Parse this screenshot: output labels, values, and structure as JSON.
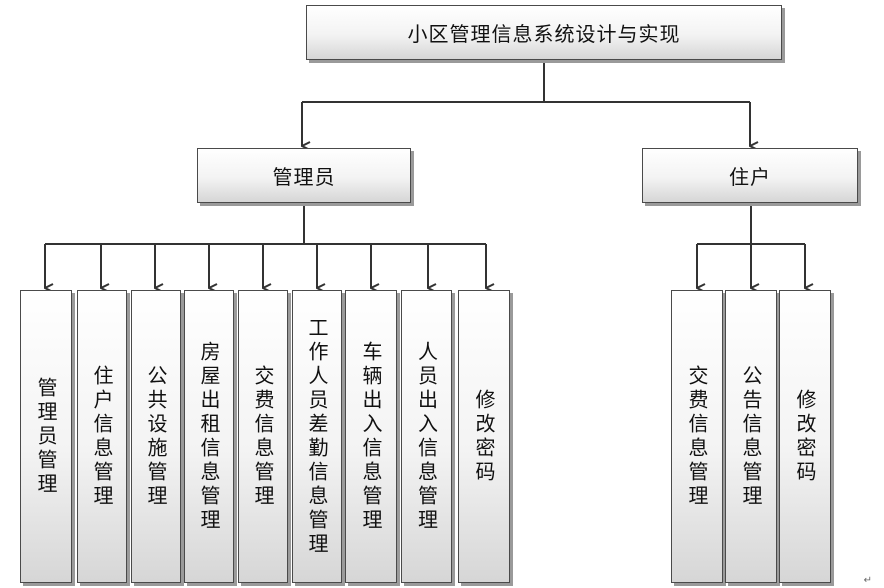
{
  "root": {
    "label": "小区管理信息系统设计与实现"
  },
  "roles": [
    {
      "label": "管理员",
      "modules": [
        "管理员管理",
        "住户信息管理",
        "公共设施管理",
        "房屋出租信息管理",
        "交费信息管理",
        "工作人员差勤信息管理",
        "车辆出入信息管理",
        "人员出入信息管理",
        "修改密码"
      ]
    },
    {
      "label": "住户",
      "modules": [
        "交费信息管理",
        "公告信息管理",
        "修改密码"
      ]
    }
  ],
  "para_mark": "↵"
}
